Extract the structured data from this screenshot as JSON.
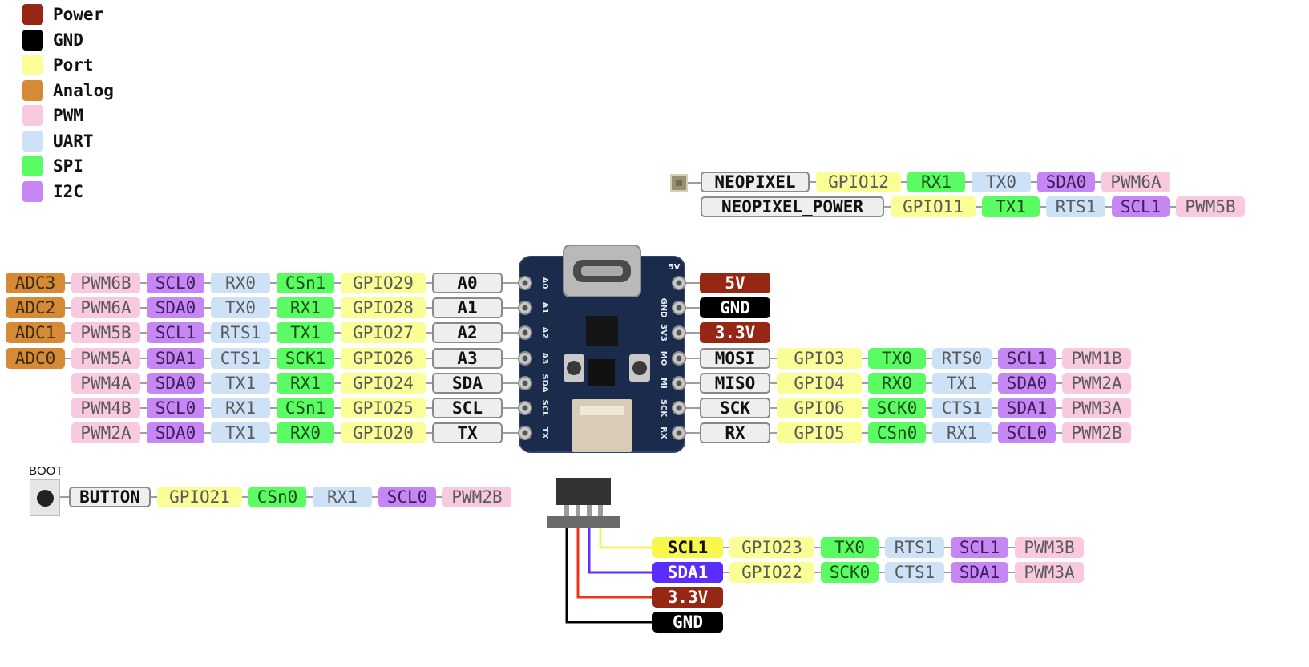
{
  "legend": [
    {
      "label": "Power",
      "color": "#952714"
    },
    {
      "label": "GND",
      "color": "#000000"
    },
    {
      "label": "Port",
      "color": "#fbfd97"
    },
    {
      "label": "Analog",
      "color": "#d68a35"
    },
    {
      "label": "PWM",
      "color": "#f8c9df"
    },
    {
      "label": "UART",
      "color": "#cde2f7"
    },
    {
      "label": "SPI",
      "color": "#5bfc63"
    },
    {
      "label": "I2C",
      "color": "#c687f5"
    }
  ],
  "board": {
    "top_silk": "5V",
    "left_silk": [
      "A0",
      "A1",
      "A2",
      "A3",
      "SDA",
      "SCL",
      "TX"
    ],
    "right_silk": [
      "GND",
      "3V3",
      "MO",
      "MI",
      "SCK",
      "RX"
    ]
  },
  "neopixel_rows": [
    {
      "labels": [
        {
          "text": "NEOPIXEL",
          "type": "name"
        },
        {
          "text": "GPIO12",
          "type": "port"
        },
        {
          "text": "RX1",
          "type": "spi"
        },
        {
          "text": "TX0",
          "type": "uart"
        },
        {
          "text": "SDA0",
          "type": "i2c"
        },
        {
          "text": "PWM6A",
          "type": "pwm"
        }
      ]
    },
    {
      "labels": [
        {
          "text": "NEOPIXEL_POWER",
          "type": "name"
        },
        {
          "text": "GPIO11",
          "type": "port"
        },
        {
          "text": "TX1",
          "type": "spi"
        },
        {
          "text": "RTS1",
          "type": "uart"
        },
        {
          "text": "SCL1",
          "type": "i2c"
        },
        {
          "text": "PWM5B",
          "type": "pwm"
        }
      ]
    }
  ],
  "left_pins": [
    {
      "labels": [
        {
          "text": "ADC3",
          "type": "analog"
        },
        {
          "text": "PWM6B",
          "type": "pwm"
        },
        {
          "text": "SCL0",
          "type": "i2c"
        },
        {
          "text": "RX0",
          "type": "uart"
        },
        {
          "text": "CSn1",
          "type": "spi"
        },
        {
          "text": "GPIO29",
          "type": "port"
        },
        {
          "text": "A0",
          "type": "name"
        }
      ]
    },
    {
      "labels": [
        {
          "text": "ADC2",
          "type": "analog"
        },
        {
          "text": "PWM6A",
          "type": "pwm"
        },
        {
          "text": "SDA0",
          "type": "i2c"
        },
        {
          "text": "TX0",
          "type": "uart"
        },
        {
          "text": "RX1",
          "type": "spi"
        },
        {
          "text": "GPIO28",
          "type": "port"
        },
        {
          "text": "A1",
          "type": "name"
        }
      ]
    },
    {
      "labels": [
        {
          "text": "ADC1",
          "type": "analog"
        },
        {
          "text": "PWM5B",
          "type": "pwm"
        },
        {
          "text": "SCL1",
          "type": "i2c"
        },
        {
          "text": "RTS1",
          "type": "uart"
        },
        {
          "text": "TX1",
          "type": "spi"
        },
        {
          "text": "GPIO27",
          "type": "port"
        },
        {
          "text": "A2",
          "type": "name"
        }
      ]
    },
    {
      "labels": [
        {
          "text": "ADC0",
          "type": "analog"
        },
        {
          "text": "PWM5A",
          "type": "pwm"
        },
        {
          "text": "SDA1",
          "type": "i2c"
        },
        {
          "text": "CTS1",
          "type": "uart"
        },
        {
          "text": "SCK1",
          "type": "spi"
        },
        {
          "text": "GPIO26",
          "type": "port"
        },
        {
          "text": "A3",
          "type": "name"
        }
      ]
    },
    {
      "labels": [
        {
          "text": "PWM4A",
          "type": "pwm"
        },
        {
          "text": "SDA0",
          "type": "i2c"
        },
        {
          "text": "TX1",
          "type": "uart"
        },
        {
          "text": "RX1",
          "type": "spi"
        },
        {
          "text": "GPIO24",
          "type": "port"
        },
        {
          "text": "SDA",
          "type": "name"
        }
      ]
    },
    {
      "labels": [
        {
          "text": "PWM4B",
          "type": "pwm"
        },
        {
          "text": "SCL0",
          "type": "i2c"
        },
        {
          "text": "RX1",
          "type": "uart"
        },
        {
          "text": "CSn1",
          "type": "spi"
        },
        {
          "text": "GPIO25",
          "type": "port"
        },
        {
          "text": "SCL",
          "type": "name"
        }
      ]
    },
    {
      "labels": [
        {
          "text": "PWM2A",
          "type": "pwm"
        },
        {
          "text": "SDA0",
          "type": "i2c"
        },
        {
          "text": "TX1",
          "type": "uart"
        },
        {
          "text": "RX0",
          "type": "spi"
        },
        {
          "text": "GPIO20",
          "type": "port"
        },
        {
          "text": "TX",
          "type": "name"
        }
      ]
    }
  ],
  "right_pins": [
    {
      "labels": [
        {
          "text": "5V",
          "type": "power"
        }
      ]
    },
    {
      "labels": [
        {
          "text": "GND",
          "type": "gnd"
        }
      ]
    },
    {
      "labels": [
        {
          "text": "3.3V",
          "type": "power"
        }
      ]
    },
    {
      "labels": [
        {
          "text": "MOSI",
          "type": "name"
        },
        {
          "text": "GPIO3",
          "type": "port"
        },
        {
          "text": "TX0",
          "type": "spi"
        },
        {
          "text": "RTS0",
          "type": "uart"
        },
        {
          "text": "SCL1",
          "type": "i2c"
        },
        {
          "text": "PWM1B",
          "type": "pwm"
        }
      ]
    },
    {
      "labels": [
        {
          "text": "MISO",
          "type": "name"
        },
        {
          "text": "GPIO4",
          "type": "port"
        },
        {
          "text": "RX0",
          "type": "spi"
        },
        {
          "text": "TX1",
          "type": "uart"
        },
        {
          "text": "SDA0",
          "type": "i2c"
        },
        {
          "text": "PWM2A",
          "type": "pwm"
        }
      ]
    },
    {
      "labels": [
        {
          "text": "SCK",
          "type": "name"
        },
        {
          "text": "GPIO6",
          "type": "port"
        },
        {
          "text": "SCK0",
          "type": "spi"
        },
        {
          "text": "CTS1",
          "type": "uart"
        },
        {
          "text": "SDA1",
          "type": "i2c"
        },
        {
          "text": "PWM3A",
          "type": "pwm"
        }
      ]
    },
    {
      "labels": [
        {
          "text": "RX",
          "type": "name"
        },
        {
          "text": "GPIO5",
          "type": "port"
        },
        {
          "text": "CSn0",
          "type": "spi"
        },
        {
          "text": "RX1",
          "type": "uart"
        },
        {
          "text": "SCL0",
          "type": "i2c"
        },
        {
          "text": "PWM2B",
          "type": "pwm"
        }
      ]
    }
  ],
  "boot": {
    "label": "BOOT",
    "row": {
      "labels": [
        {
          "text": "BUTTON",
          "type": "name"
        },
        {
          "text": "GPIO21",
          "type": "port"
        },
        {
          "text": "CSn0",
          "type": "spi"
        },
        {
          "text": "RX1",
          "type": "uart"
        },
        {
          "text": "SCL0",
          "type": "i2c"
        },
        {
          "text": "PWM2B",
          "type": "pwm"
        }
      ]
    }
  },
  "stemma_rows": [
    {
      "wire_color": "#f4f460",
      "labels": [
        {
          "text": "SCL1",
          "type": "scl"
        },
        {
          "text": "GPIO23",
          "type": "port"
        },
        {
          "text": "TX0",
          "type": "spi"
        },
        {
          "text": "RTS1",
          "type": "uart"
        },
        {
          "text": "SCL1",
          "type": "i2c"
        },
        {
          "text": "PWM3B",
          "type": "pwm"
        }
      ]
    },
    {
      "wire_color": "#5b2dfb",
      "labels": [
        {
          "text": "SDA1",
          "type": "sda"
        },
        {
          "text": "GPIO22",
          "type": "port"
        },
        {
          "text": "SCK0",
          "type": "spi"
        },
        {
          "text": "CTS1",
          "type": "uart"
        },
        {
          "text": "SDA1",
          "type": "i2c"
        },
        {
          "text": "PWM3A",
          "type": "pwm"
        }
      ]
    },
    {
      "wire_color": "#e8341c",
      "labels": [
        {
          "text": "3.3V",
          "type": "power"
        }
      ]
    },
    {
      "wire_color": "#000000",
      "labels": [
        {
          "text": "GND",
          "type": "gnd"
        }
      ]
    }
  ]
}
